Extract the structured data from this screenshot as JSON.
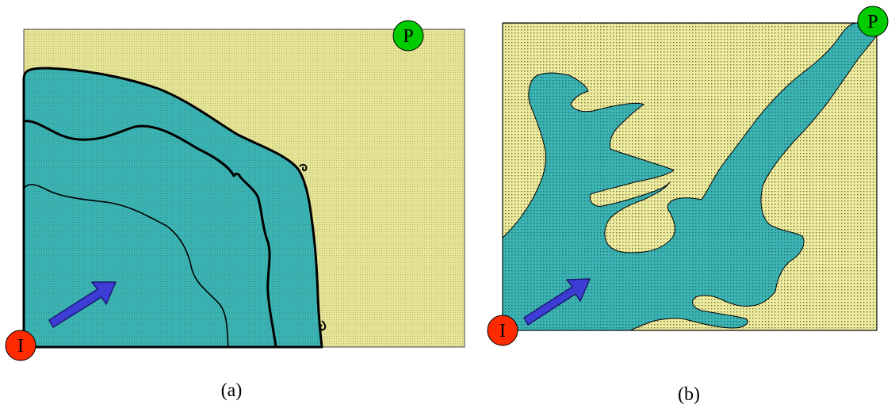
{
  "colors": {
    "reservoir": "#e6e497",
    "reservoir_dots": "#b9b668",
    "flood": "#3cb4b4",
    "flood_dots": "#2c8f8f",
    "outline": "#000000",
    "injector": "#ff2a00",
    "producer": "#00cc00",
    "arrow": "#3d3dd6"
  },
  "panels": [
    {
      "id": "a",
      "caption": "(a)",
      "injector_label": "I",
      "producer_label": "P",
      "injector_icon": "red-well-circle",
      "producer_icon": "green-well-circle",
      "flow_icon": "blue-arrow-icon",
      "front_count": 3
    },
    {
      "id": "b",
      "caption": "(b)",
      "injector_label": "I",
      "producer_label": "P",
      "injector_icon": "red-well-circle",
      "producer_icon": "green-well-circle",
      "flow_icon": "blue-arrow-icon"
    }
  ]
}
